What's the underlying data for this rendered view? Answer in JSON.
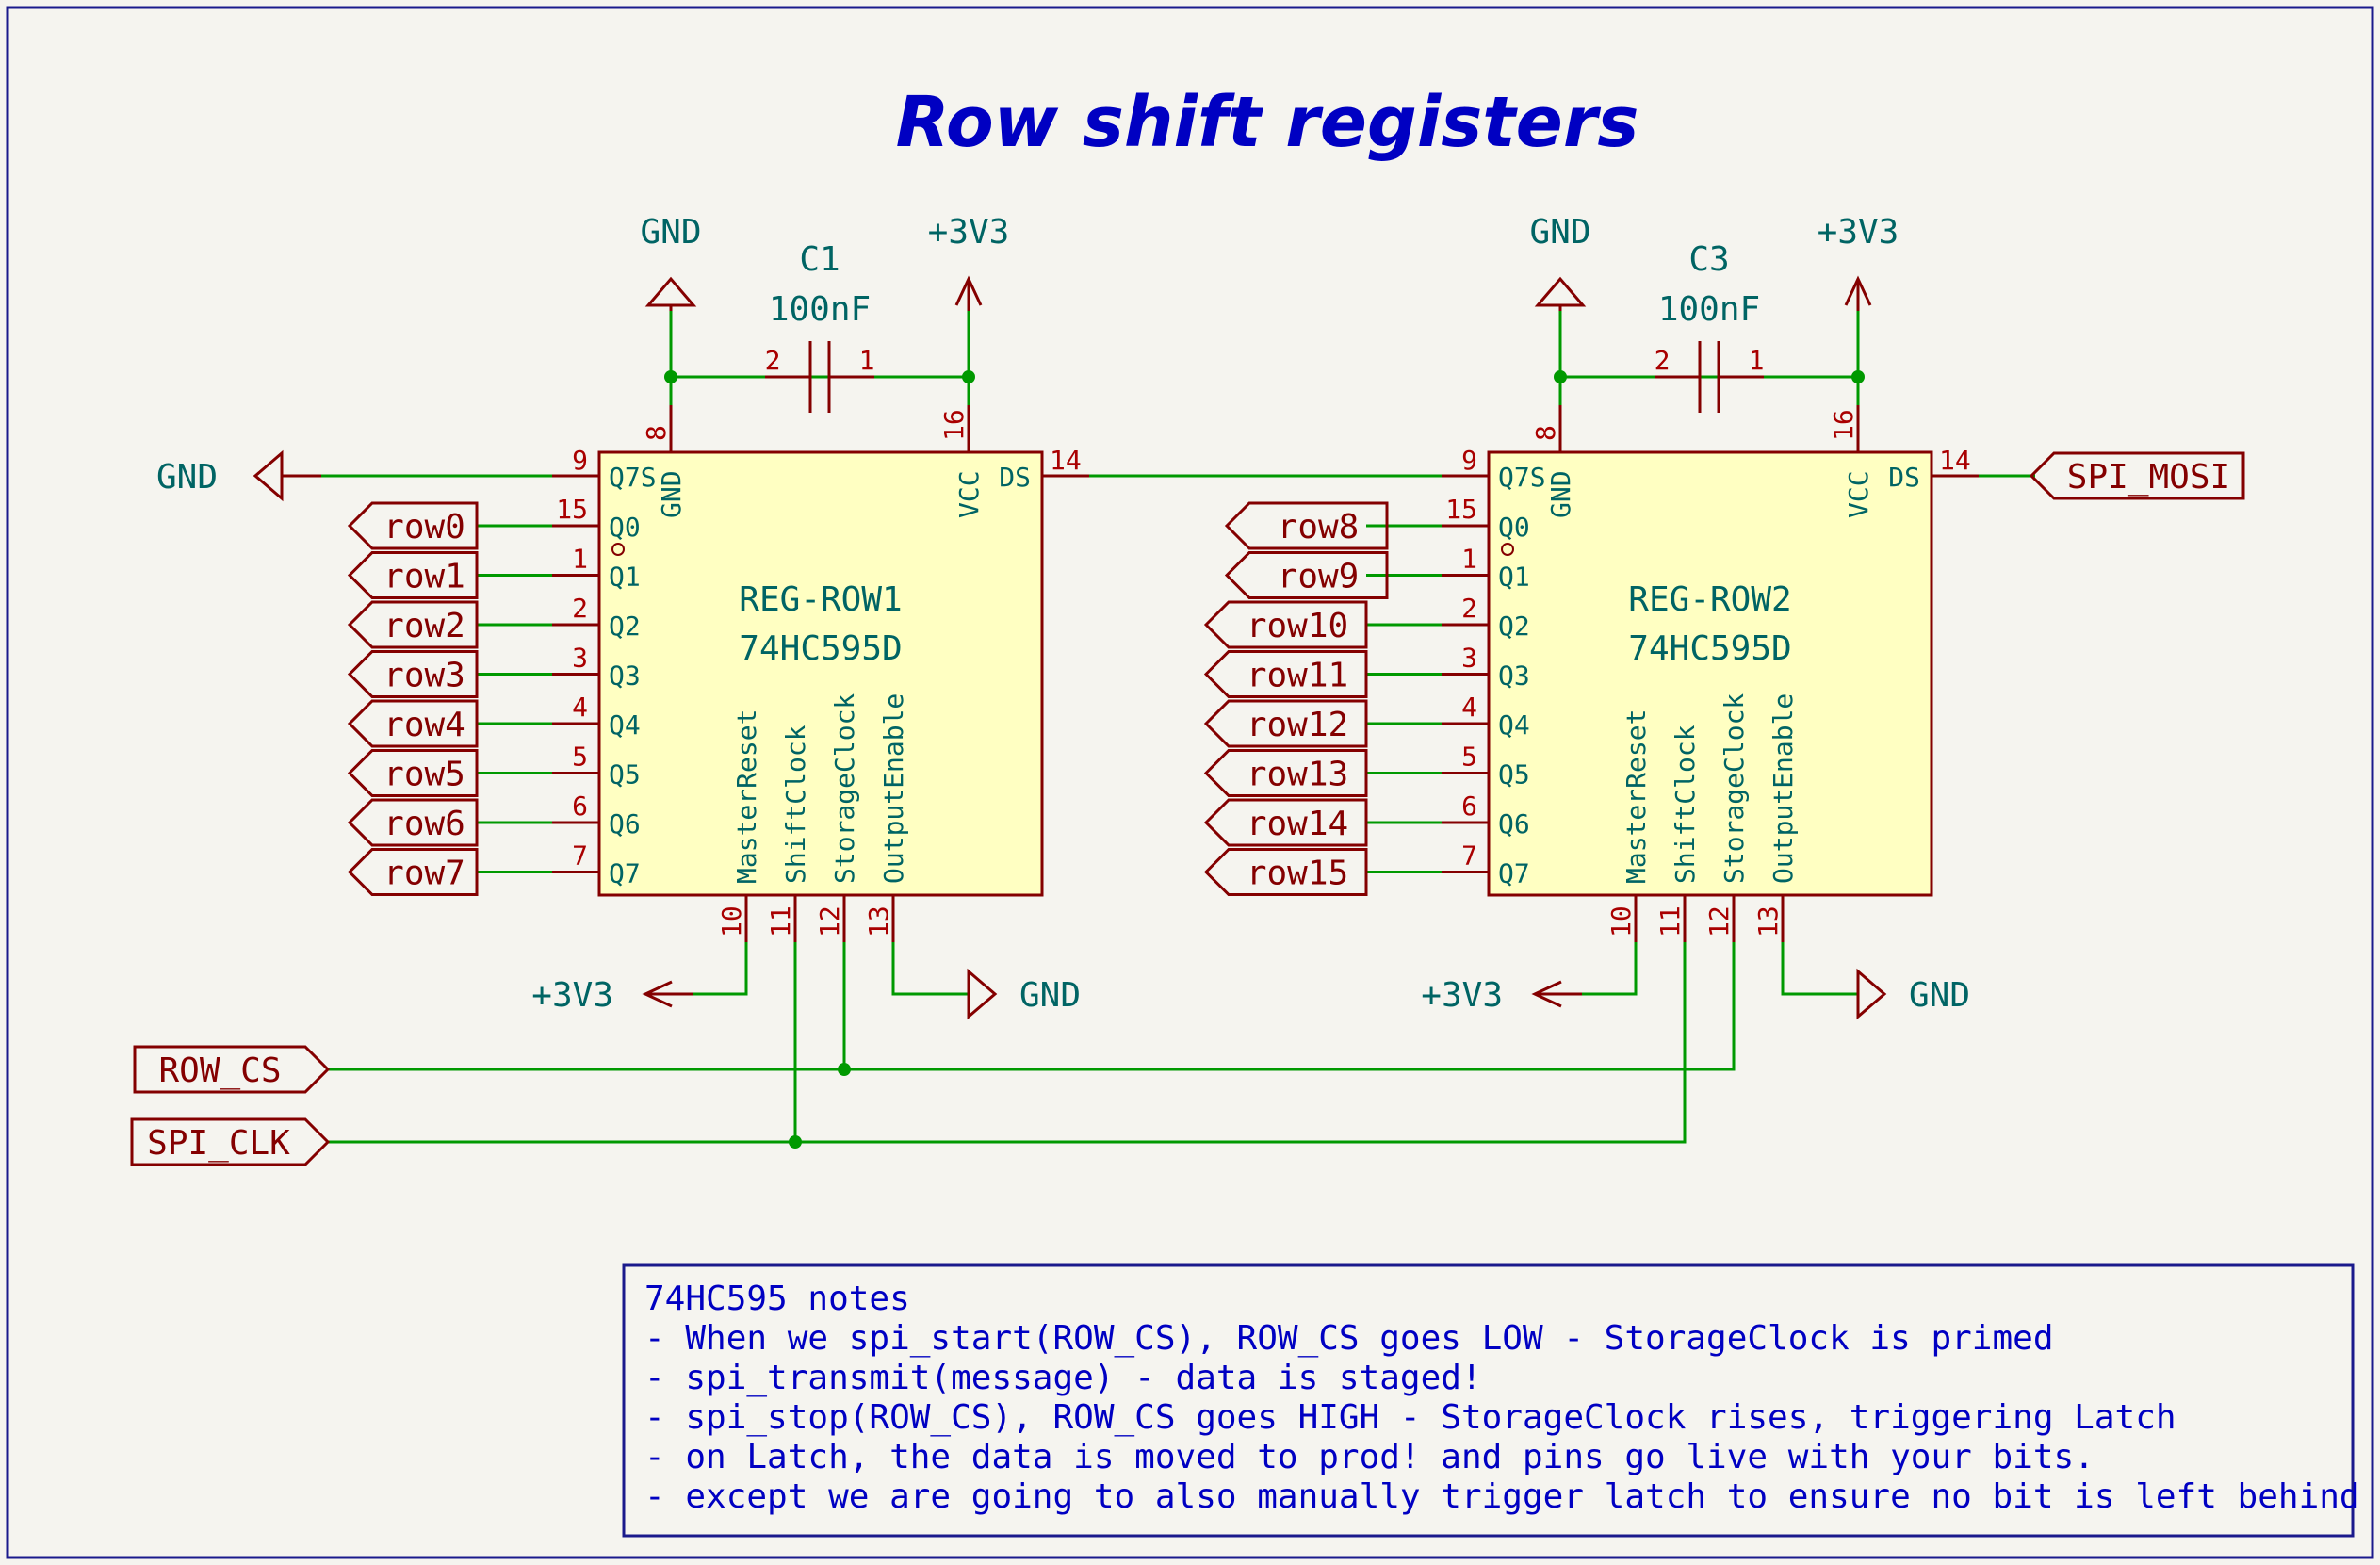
{
  "title": "Row shift registers",
  "colors": {
    "background": "#f5f4ef",
    "border": "#1a1a8c",
    "wire": "#009900",
    "junction": "#009900",
    "component": "#840000",
    "component_fill": "#ffffc2",
    "net_text": "#006464",
    "pin_number": "#a90000",
    "note_text": "#0000c2",
    "title_text": "#0000c2"
  },
  "power": {
    "gnd": "GND",
    "v3v3": "+3V3"
  },
  "capacitors": [
    {
      "ref": "C1",
      "value": "100nF",
      "pin_left": "2",
      "pin_right": "1"
    },
    {
      "ref": "C3",
      "value": "100nF",
      "pin_left": "2",
      "pin_right": "1"
    }
  ],
  "chips": [
    {
      "ref": "REG-ROW1",
      "part": "74HC595D",
      "pins": {
        "q7s": {
          "name": "Q7S",
          "num": "9"
        },
        "gnd": {
          "name": "GND",
          "num": "8"
        },
        "vcc": {
          "name": "VCC",
          "num": "16"
        },
        "ds": {
          "name": "DS",
          "num": "14"
        },
        "outputs": [
          {
            "name": "Q0",
            "num": "15"
          },
          {
            "name": "Q1",
            "num": "1"
          },
          {
            "name": "Q2",
            "num": "2"
          },
          {
            "name": "Q3",
            "num": "3"
          },
          {
            "name": "Q4",
            "num": "4"
          },
          {
            "name": "Q5",
            "num": "5"
          },
          {
            "name": "Q6",
            "num": "6"
          },
          {
            "name": "Q7",
            "num": "7"
          }
        ],
        "bottom": [
          {
            "name": "MasterReset",
            "num": "10"
          },
          {
            "name": "ShiftClock",
            "num": "11"
          },
          {
            "name": "StorageClock",
            "num": "12"
          },
          {
            "name": "OutputEnable",
            "num": "13"
          }
        ]
      },
      "rows": [
        "row0",
        "row1",
        "row2",
        "row3",
        "row4",
        "row5",
        "row6",
        "row7"
      ]
    },
    {
      "ref": "REG-ROW2",
      "part": "74HC595D",
      "pins": {
        "q7s": {
          "name": "Q7S",
          "num": "9"
        },
        "gnd": {
          "name": "GND",
          "num": "8"
        },
        "vcc": {
          "name": "VCC",
          "num": "16"
        },
        "ds": {
          "name": "DS",
          "num": "14"
        },
        "outputs": [
          {
            "name": "Q0",
            "num": "15"
          },
          {
            "name": "Q1",
            "num": "1"
          },
          {
            "name": "Q2",
            "num": "2"
          },
          {
            "name": "Q3",
            "num": "3"
          },
          {
            "name": "Q4",
            "num": "4"
          },
          {
            "name": "Q5",
            "num": "5"
          },
          {
            "name": "Q6",
            "num": "6"
          },
          {
            "name": "Q7",
            "num": "7"
          }
        ],
        "bottom": [
          {
            "name": "MasterReset",
            "num": "10"
          },
          {
            "name": "ShiftClock",
            "num": "11"
          },
          {
            "name": "StorageClock",
            "num": "12"
          },
          {
            "name": "OutputEnable",
            "num": "13"
          }
        ]
      },
      "rows": [
        "row8",
        "row9",
        "row10",
        "row11",
        "row12",
        "row13",
        "row14",
        "row15"
      ]
    }
  ],
  "labels": {
    "spi_mosi": "SPI_MOSI",
    "row_cs": "ROW_CS",
    "spi_clk": "SPI_CLK"
  },
  "notes": [
    "74HC595 notes",
    "- When we spi_start(ROW_CS), ROW_CS goes LOW - StorageClock is primed",
    "- spi_transmit(message) - data is staged!",
    "- spi_stop(ROW_CS), ROW_CS goes HIGH - StorageClock rises, triggering Latch",
    "- on Latch, the data is moved to prod! and pins go live with your bits.",
    "- except we are going to also manually trigger latch to ensure no bit is left behind"
  ]
}
